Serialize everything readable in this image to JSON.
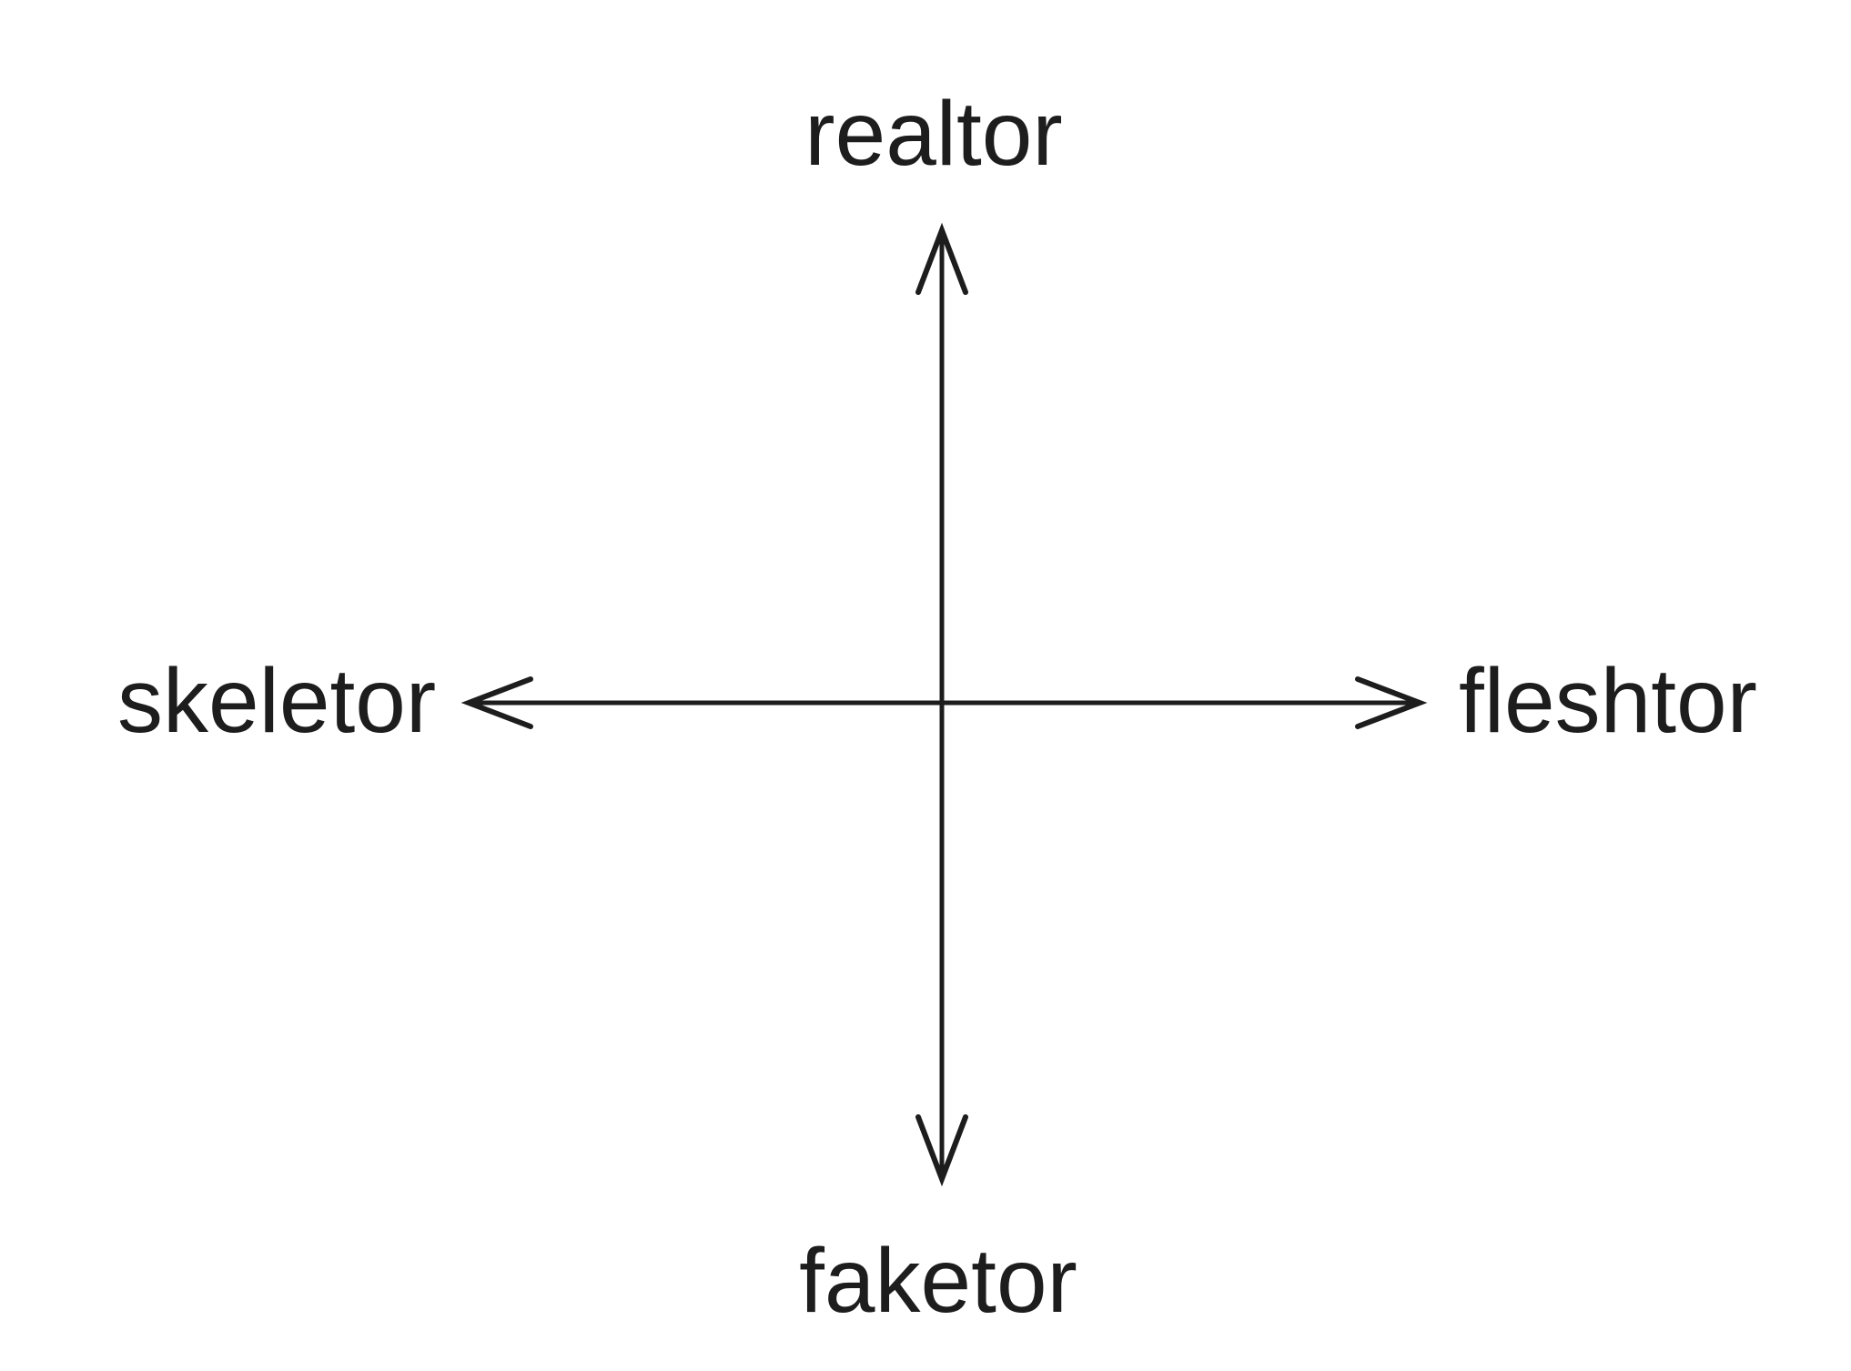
{
  "diagram": {
    "type": "two-axis-compass",
    "background_color": "#ffffff",
    "ink_color": "#1d1d1d",
    "vertical_axis": {
      "arrow_icon": "double-headed-vertical-arrow",
      "top_label": "realtor",
      "bottom_label": "faketor"
    },
    "horizontal_axis": {
      "arrow_icon": "double-headed-horizontal-arrow",
      "left_label": "skeletor",
      "right_label": "fleshtor"
    }
  }
}
